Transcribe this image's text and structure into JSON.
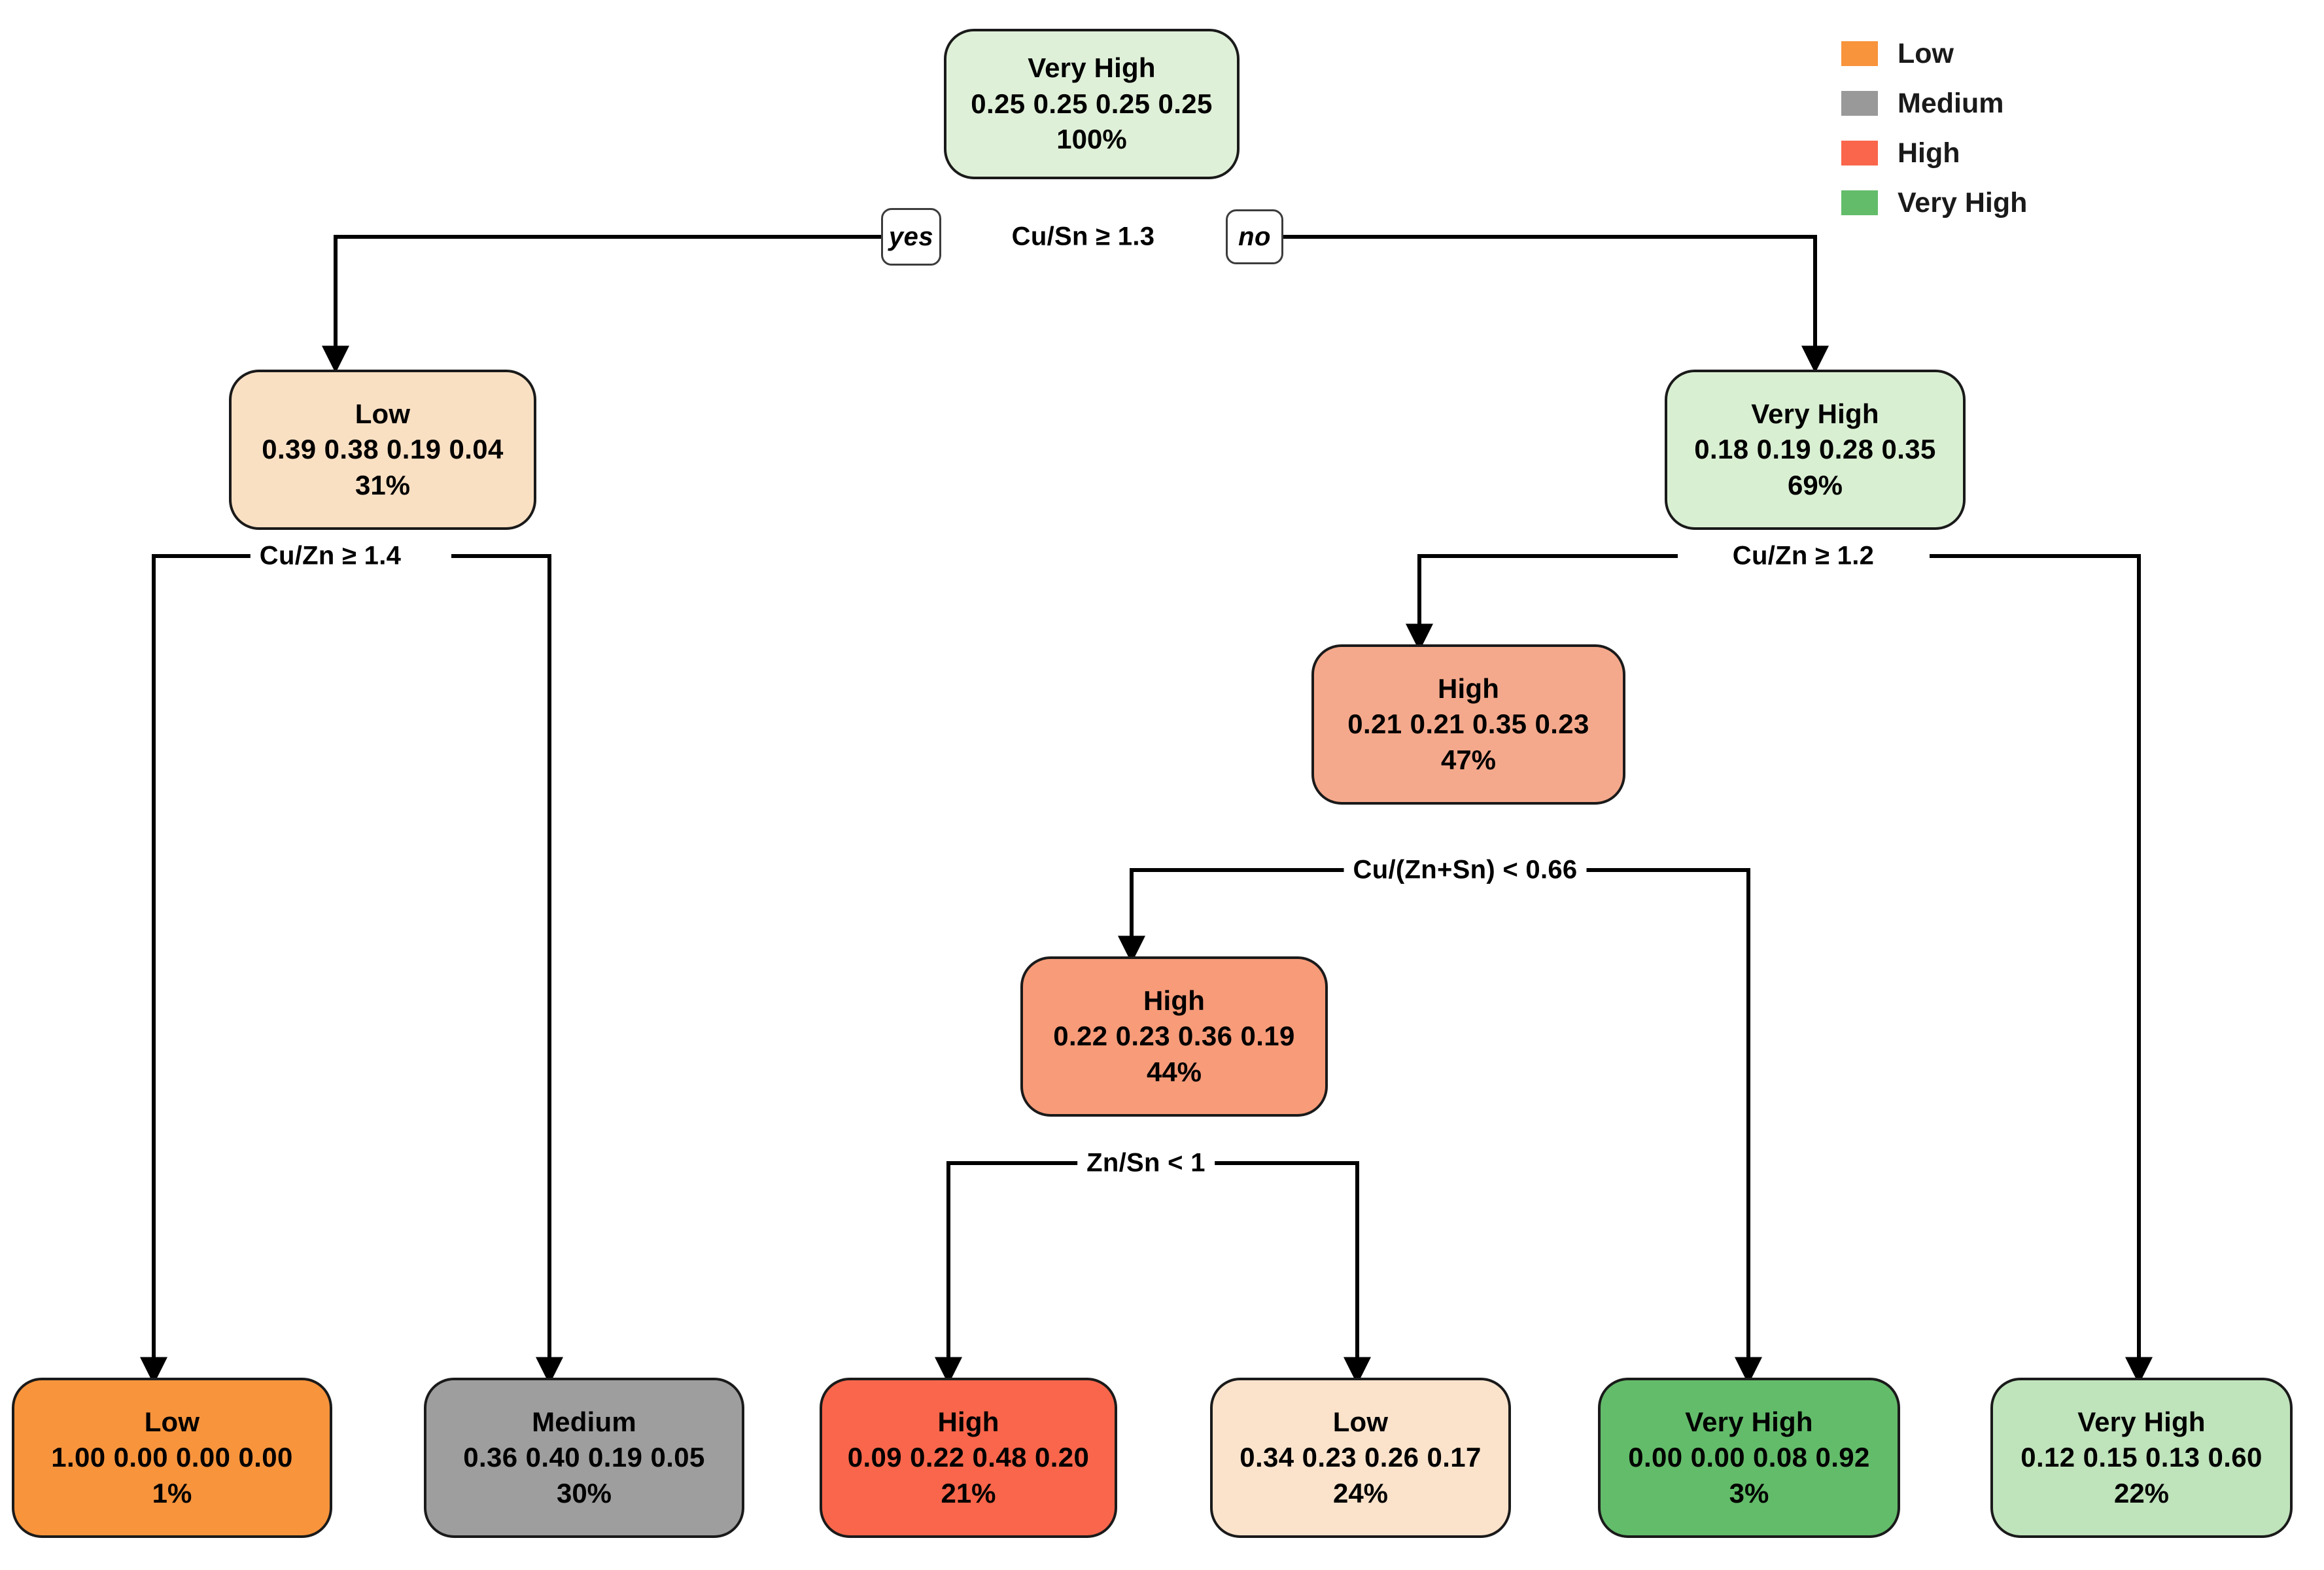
{
  "chart_data": {
    "type": "diagram",
    "diagram_kind": "decision-tree",
    "title": "",
    "classes": [
      "Low",
      "Medium",
      "High",
      "Very High"
    ],
    "class_colors": {
      "Low": "#F8943C",
      "Medium": "#999999",
      "High": "#F9664B",
      "Very High": "#63BC6A"
    },
    "prob_order": [
      "Low",
      "Medium",
      "High",
      "Very High"
    ],
    "nodes": [
      {
        "id": "n1",
        "predicted_class": "Very High",
        "probs": "0.25 0.25  0.25  0.25",
        "prob_values": [
          0.25,
          0.25,
          0.25,
          0.25
        ],
        "pct": "100%",
        "pct_value": 100,
        "fill": "#DFF0D8"
      },
      {
        "id": "n2",
        "predicted_class": "Low",
        "probs": "0.39  0.38 0.19  0.04",
        "prob_values": [
          0.39,
          0.38,
          0.19,
          0.04
        ],
        "pct": "31%",
        "pct_value": 31,
        "fill": "#FAE0C3"
      },
      {
        "id": "n3",
        "predicted_class": "Very High",
        "probs": "0.18 0.19 0.28  0.35",
        "prob_values": [
          0.18,
          0.19,
          0.28,
          0.35
        ],
        "pct": "69%",
        "pct_value": 69,
        "fill": "#D9EFD2"
      },
      {
        "id": "n4",
        "predicted_class": "High",
        "probs": "0.21  0.21 0.35 0.23",
        "prob_values": [
          0.21,
          0.21,
          0.35,
          0.23
        ],
        "pct": "47%",
        "pct_value": 47,
        "fill": "#F5A98C"
      },
      {
        "id": "n5",
        "predicted_class": "High",
        "probs": "0.22 0.23 0.36 0.19",
        "prob_values": [
          0.22,
          0.23,
          0.36,
          0.19
        ],
        "pct": "44%",
        "pct_value": 44,
        "fill": "#F79B79"
      },
      {
        "id": "L1",
        "predicted_class": "Low",
        "probs": "1.00  0.00 0.00 0.00",
        "prob_values": [
          1.0,
          0.0,
          0.0,
          0.0
        ],
        "pct": "1%",
        "pct_value": 1,
        "fill": "#F8943C"
      },
      {
        "id": "L2",
        "predicted_class": "Medium",
        "probs": "0.36  0.40 0.19 0.05",
        "prob_values": [
          0.36,
          0.4,
          0.19,
          0.05
        ],
        "pct": "30%",
        "pct_value": 30,
        "fill": "#9E9E9E"
      },
      {
        "id": "L3",
        "predicted_class": "High",
        "probs": "0.09 0.22 0.48 0.20",
        "prob_values": [
          0.09,
          0.22,
          0.48,
          0.2
        ],
        "pct": "21%",
        "pct_value": 21,
        "fill": "#F9664B"
      },
      {
        "id": "L4",
        "predicted_class": "Low",
        "probs": "0.34 0.23 0.26  0.17",
        "prob_values": [
          0.34,
          0.23,
          0.26,
          0.17
        ],
        "pct": "24%",
        "pct_value": 24,
        "fill": "#FBE3CB"
      },
      {
        "id": "L5",
        "predicted_class": "Very High",
        "probs": "0.00 0.00 0.08  0.92",
        "prob_values": [
          0.0,
          0.0,
          0.08,
          0.92
        ],
        "pct": "3%",
        "pct_value": 3,
        "fill": "#63BC6A"
      },
      {
        "id": "L6",
        "predicted_class": "Very High",
        "probs": "0.12 0.15 0.13  0.60",
        "prob_values": [
          0.12,
          0.15,
          0.13,
          0.6
        ],
        "pct": "22%",
        "pct_value": 22,
        "fill": "#BFE3BB"
      }
    ],
    "splits": [
      {
        "id": "s1",
        "condition": "Cu/Sn ≥ 1.3",
        "yes_label": "yes",
        "no_label": "no",
        "from": "n1",
        "yes_to": "n2",
        "no_to": "n3"
      },
      {
        "id": "s2",
        "condition": "Cu/Zn ≥  1.4",
        "from": "n2",
        "yes_to": "L1",
        "no_to": "L2"
      },
      {
        "id": "s3",
        "condition": "Cu/Zn ≥ 1.2",
        "from": "n3",
        "yes_to": "n4",
        "no_to": "L6"
      },
      {
        "id": "s4",
        "condition": "Cu/(Zn+Sn) < 0.66",
        "from": "n4",
        "yes_to": "n5",
        "no_to": "L5"
      },
      {
        "id": "s5",
        "condition": "Zn/Sn < 1",
        "from": "n5",
        "yes_to": "L3",
        "no_to": "L4"
      }
    ]
  },
  "legend": {
    "items": [
      {
        "label": "Low",
        "color": "#F8943C"
      },
      {
        "label": "Medium",
        "color": "#999999"
      },
      {
        "label": "High",
        "color": "#F9664B"
      },
      {
        "label": "Very High",
        "color": "#63BC6A"
      }
    ]
  },
  "nodes": {
    "n1": {
      "cls": "Very High",
      "probs": "0.25 0.25  0.25  0.25",
      "pct": "100%"
    },
    "n2": {
      "cls": "Low",
      "probs": "0.39  0.38 0.19  0.04",
      "pct": "31%"
    },
    "n3": {
      "cls": "Very High",
      "probs": "0.18 0.19 0.28  0.35",
      "pct": "69%"
    },
    "n4": {
      "cls": "High",
      "probs": "0.21  0.21 0.35 0.23",
      "pct": "47%"
    },
    "n5": {
      "cls": "High",
      "probs": "0.22 0.23 0.36 0.19",
      "pct": "44%"
    },
    "L1": {
      "cls": "Low",
      "probs": "1.00  0.00 0.00 0.00",
      "pct": "1%"
    },
    "L2": {
      "cls": "Medium",
      "probs": "0.36  0.40 0.19 0.05",
      "pct": "30%"
    },
    "L3": {
      "cls": "High",
      "probs": "0.09 0.22 0.48 0.20",
      "pct": "21%"
    },
    "L4": {
      "cls": "Low",
      "probs": "0.34 0.23 0.26  0.17",
      "pct": "24%"
    },
    "L5": {
      "cls": "Very High",
      "probs": "0.00 0.00 0.08  0.92",
      "pct": "3%"
    },
    "L6": {
      "cls": "Very High",
      "probs": "0.12 0.15 0.13  0.60",
      "pct": "22%"
    }
  },
  "splits": {
    "s1": {
      "condition": "Cu/Sn ≥ 1.3",
      "yes": "yes",
      "no": "no"
    },
    "s2": {
      "condition": "Cu/Zn ≥  1.4"
    },
    "s3": {
      "condition": "Cu/Zn ≥ 1.2"
    },
    "s4": {
      "condition": "Cu/(Zn+Sn) < 0.66"
    },
    "s5": {
      "condition": "Zn/Sn < 1"
    }
  }
}
